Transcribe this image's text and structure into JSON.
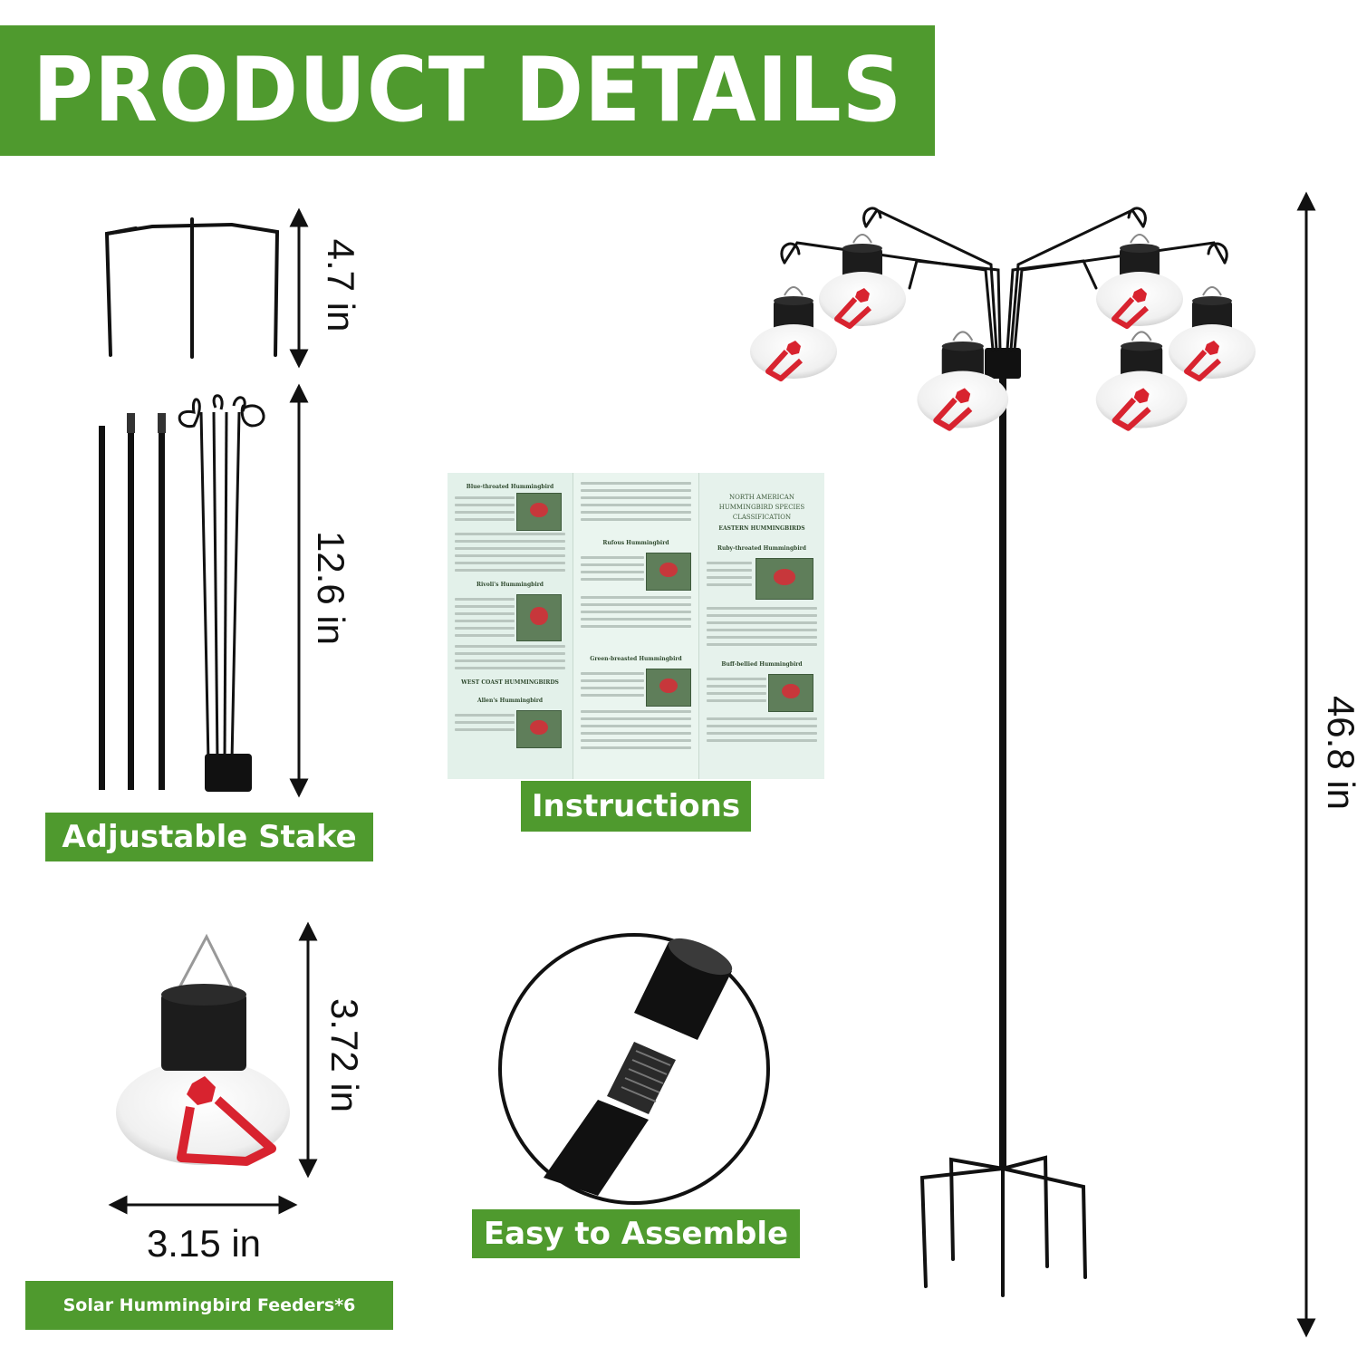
{
  "banner": {
    "title": "PRODUCT DETAILS"
  },
  "labels": {
    "adjustable_stake": "Adjustable Stake",
    "instructions": "Instructions",
    "easy_assemble": "Easy to Assemble",
    "solar_feeders": "Solar Hummingbird Feeders*6"
  },
  "dimensions": {
    "stake_base_height": "4.7 in",
    "stake_rod_height": "12.6 in",
    "feeder_height": "3.72 in",
    "feeder_width": "3.15 in",
    "total_height": "46.8 in"
  },
  "leaflet": {
    "panel1_title": "Blue-throated Hummingbird",
    "panel1_sub1": "Rivoli's Hummingbird",
    "panel1_sub2": "WEST COAST HUMMINGBIRDS",
    "panel1_sub3": "Allen's Hummingbird",
    "panel2_sub1": "Rufous Hummingbird",
    "panel2_sub2": "Green-breasted Hummingbird",
    "panel3_title": "NORTH AMERICAN HUMMINGBIRD SPECIES CLASSIFICATION",
    "panel3_sub0": "EASTERN HUMMINGBIRDS",
    "panel3_sub1": "Ruby-throated Hummingbird",
    "panel3_sub2": "Buff-bellied Hummingbird"
  },
  "colors": {
    "brand_green": "#4f9a2e",
    "feeder_red": "#d8232f",
    "metal_black": "#111111"
  }
}
